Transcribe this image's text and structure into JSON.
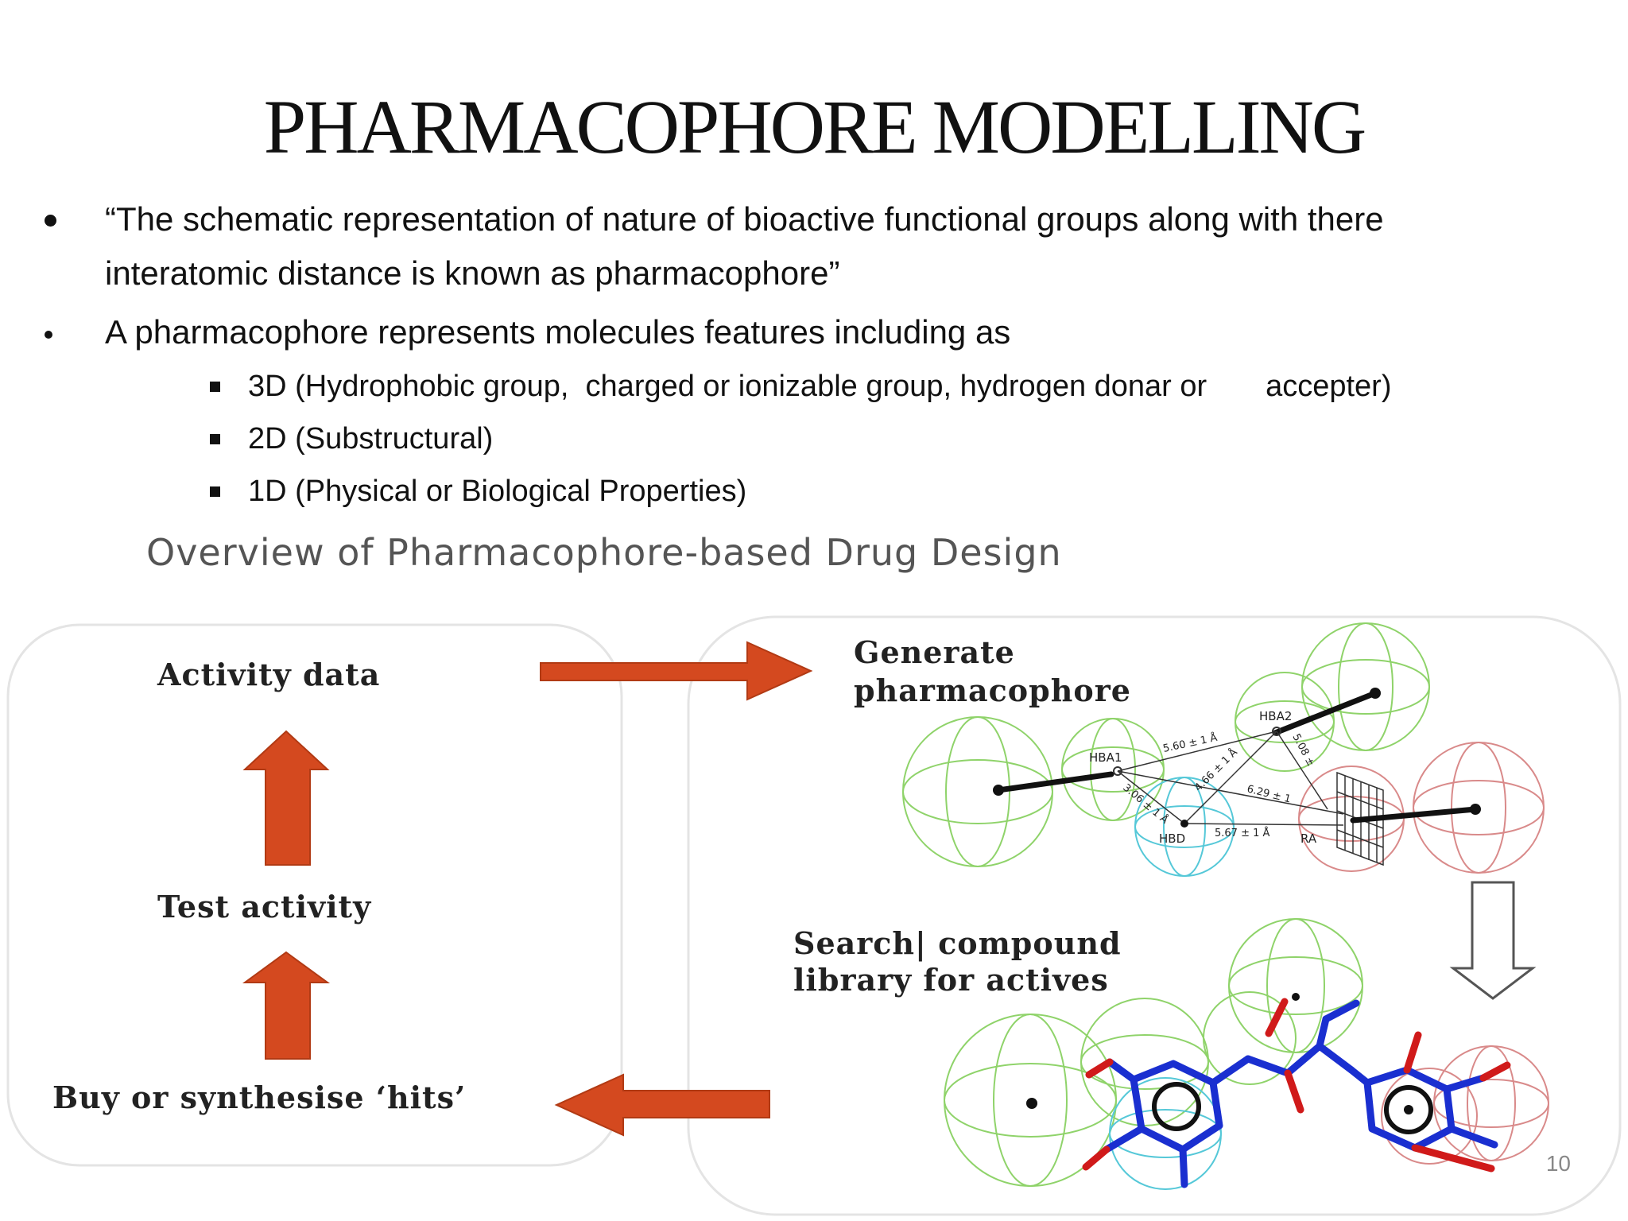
{
  "slide": {
    "title": "PHARMACOPHORE MODELLING",
    "bullets": [
      {
        "line1": "“The schematic representation of nature of bioactive functional groups along with there",
        "line2": "interatomic distance is known as pharmacophore”"
      },
      {
        "line1": "A pharmacophore represents molecules features including as"
      }
    ],
    "sub_bullets": [
      "3D (Hydrophobic group,  charged or ionizable group, hydrogen donar or       accepter)",
      "2D (Substructural)",
      "1D (Physical or Biological Properties)"
    ],
    "page_number": "10"
  },
  "figure": {
    "heading": "Overview of Pharmacophore-based Drug Design",
    "left_steps": {
      "activity": "Activity data",
      "test": "Test activity",
      "buy": "Buy or synthesise ‘hits’"
    },
    "right_steps": {
      "generate_1": "Generate",
      "generate_2": "pharmacophore",
      "search_1": "Search| compound",
      "search_2": "library for actives"
    },
    "pharmacophore_labels": {
      "hba1": "HBA1",
      "hba2": "HBA2",
      "hbd": "HBD",
      "ra": "RA",
      "d1": "5.60 ± 1 Å",
      "d2": "4.66 ± 1 Å",
      "d3": "3.06 ± 1 Å",
      "d4": "5.08 ±",
      "d5": "6.29 ± 1",
      "d6": "5.67 ± 1 Å"
    },
    "colors": {
      "arrow_orange": "#d4491f",
      "hydrophobic_green": "#8fd36a",
      "donor_cyan": "#55c8d8",
      "ring_red": "#d98a8a",
      "molecule_blue": "#1a2fd0",
      "atom_red": "#d01a1a"
    }
  }
}
